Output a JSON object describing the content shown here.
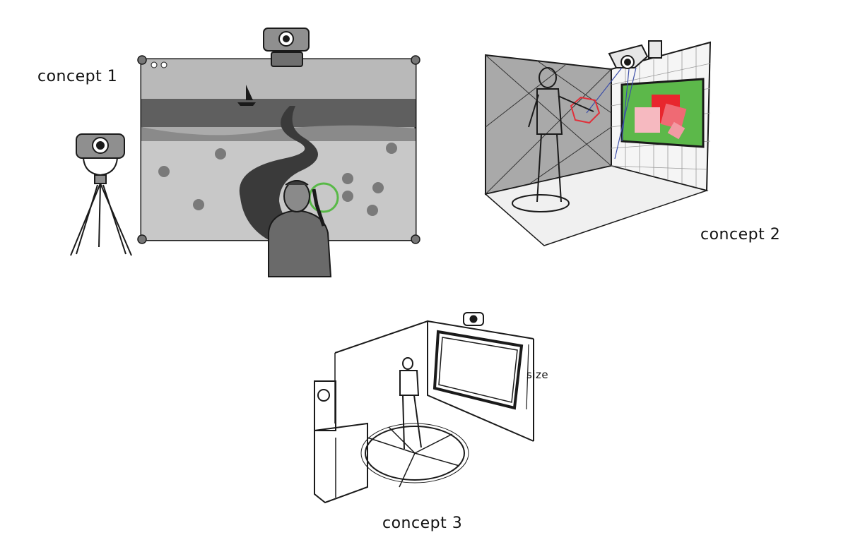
{
  "concepts": [
    {
      "label": "concept 1"
    },
    {
      "label": "concept 2"
    },
    {
      "label": "concept 3"
    }
  ],
  "annotations": {
    "size_label": "size"
  },
  "colors": {
    "sketch_stroke": "#1a1a1a",
    "screen_gray": "#9a9a9a",
    "sea": "#6f6f6f",
    "sand": "#c9c9c9",
    "highlight_green": "#58b947",
    "display_green": "#5cb84a",
    "target_red": "#e8262d",
    "target_pink": "#f6b9c0",
    "hexagon_red": "#e0303a",
    "beam_blue": "#3c4ea8"
  }
}
